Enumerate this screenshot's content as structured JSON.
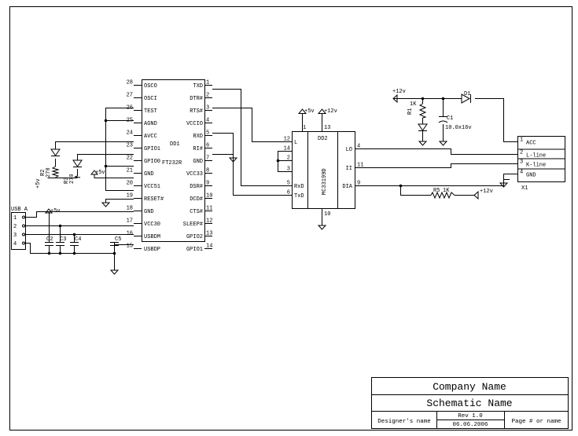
{
  "title_block": {
    "company": "Company Name",
    "schematic": "Schematic Name",
    "designer": "Designer's name",
    "rev": "Rev 1.0",
    "date": "06.06.2006",
    "page": "Page # or name"
  },
  "ft232": {
    "ref": "DD1",
    "part": "FT232R",
    "left_pins": [
      {
        "num": "28",
        "name": "OSCO"
      },
      {
        "num": "27",
        "name": "OSCI"
      },
      {
        "num": "26",
        "name": "TEST"
      },
      {
        "num": "25",
        "name": "AGND"
      },
      {
        "num": "24",
        "name": "AVCC"
      },
      {
        "num": "23",
        "name": "GPIO1"
      },
      {
        "num": "22",
        "name": "GPIO0"
      },
      {
        "num": "21",
        "name": "GND"
      },
      {
        "num": "20",
        "name": "VCC51"
      },
      {
        "num": "19",
        "name": "RESET#"
      },
      {
        "num": "18",
        "name": "GND"
      },
      {
        "num": "17",
        "name": "VCC30"
      },
      {
        "num": "16",
        "name": "USBDM"
      },
      {
        "num": "15",
        "name": "USBDP"
      }
    ],
    "right_pins": [
      {
        "num": "1",
        "name": "TXD"
      },
      {
        "num": "2",
        "name": "DTR#"
      },
      {
        "num": "3",
        "name": "RTS#"
      },
      {
        "num": "4",
        "name": "VCCIO"
      },
      {
        "num": "5",
        "name": "RXD"
      },
      {
        "num": "6",
        "name": "RI#"
      },
      {
        "num": "7",
        "name": "GND"
      },
      {
        "num": "8",
        "name": "VCC33"
      },
      {
        "num": "9",
        "name": "DSR#"
      },
      {
        "num": "10",
        "name": "DCD#"
      },
      {
        "num": "11",
        "name": "CTS#"
      },
      {
        "num": "12",
        "name": "SLEEP#"
      },
      {
        "num": "13",
        "name": "GPIO2"
      },
      {
        "num": "14",
        "name": "GPIO1"
      }
    ]
  },
  "mc33199": {
    "ref": "DD2",
    "part": "MC33199D",
    "left_pins": [
      {
        "num": "12",
        "name": "L"
      },
      {
        "num": "14",
        "name": ""
      },
      {
        "num": "2",
        "name": ""
      },
      {
        "num": "3",
        "name": ""
      },
      {
        "num": "5",
        "name": "RxD"
      },
      {
        "num": "6",
        "name": "TxD"
      }
    ],
    "right_pins": [
      {
        "num": "4",
        "name": "LO"
      },
      {
        "num": "11",
        "name": "II"
      },
      {
        "num": "9",
        "name": "DIA"
      }
    ],
    "top_pins": [
      "1",
      "13"
    ],
    "bottom_pin": "10"
  },
  "connector": {
    "ref": "X1",
    "pins": [
      {
        "num": "1",
        "name": "ACC"
      },
      {
        "num": "2",
        "name": "L-line"
      },
      {
        "num": "3",
        "name": "K-line"
      },
      {
        "num": "4",
        "name": "GND"
      }
    ]
  },
  "usb": {
    "ref": "USB A",
    "pins": [
      "1",
      "2",
      "3",
      "4"
    ]
  },
  "labels": {
    "p5v": "+5v",
    "p12v": "+12v",
    "r1": "R1",
    "r1_val": "1K",
    "d1": "D1",
    "c1": "C1",
    "c1_val": "10.0x16v",
    "r2": "R2",
    "r3": "R3",
    "r_val": "270",
    "r5": "R5",
    "r5_val": "1K",
    "c2": "C2",
    "c3": "C3",
    "c4": "C4",
    "c5": "C5"
  }
}
